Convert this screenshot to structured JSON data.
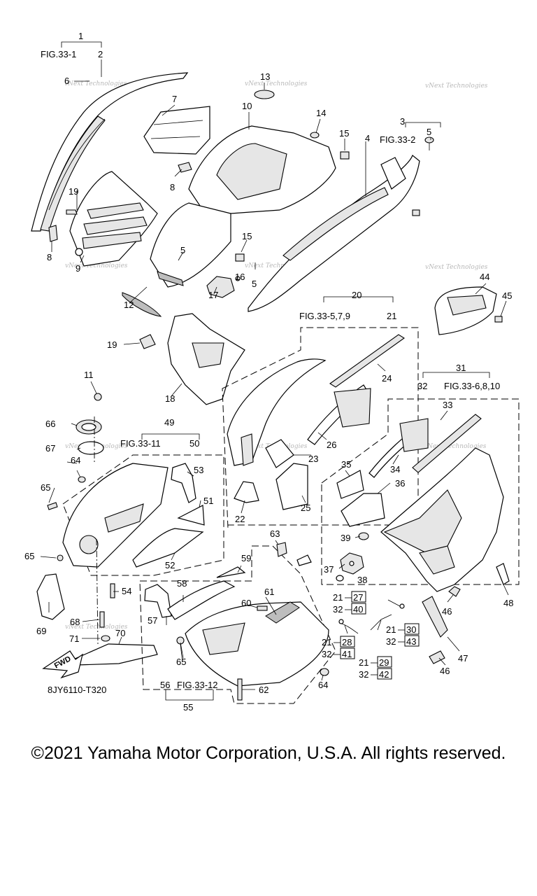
{
  "diagram": {
    "callouts": [
      "1",
      "2",
      "3",
      "4",
      "5",
      "5",
      "5",
      "6",
      "7",
      "8",
      "8",
      "9",
      "10",
      "11",
      "12",
      "13",
      "14",
      "15",
      "15",
      "16",
      "17",
      "18",
      "19",
      "19",
      "20",
      "21",
      "22",
      "23",
      "24",
      "25",
      "26",
      "31",
      "32",
      "33",
      "34",
      "35",
      "36",
      "37",
      "38",
      "39",
      "44",
      "45",
      "46",
      "46",
      "47",
      "48",
      "49",
      "50",
      "51",
      "52",
      "53",
      "54",
      "55",
      "56",
      "57",
      "58",
      "59",
      "60",
      "61",
      "62",
      "63",
      "64",
      "64",
      "65",
      "65",
      "65",
      "66",
      "67",
      "68",
      "69",
      "70",
      "71"
    ],
    "fig_refs": [
      "FIG.33-1",
      "FIG.33-2",
      "FIG.33-5,7,9",
      "FIG.33-6,8,10",
      "FIG.33-11",
      "FIG.33-12"
    ],
    "kit_refs": [
      {
        "a": "21",
        "b": "27",
        "c": "32",
        "d": "40"
      },
      {
        "a": "21",
        "b": "28",
        "c": "32",
        "d": "41"
      },
      {
        "a": "21",
        "b": "30",
        "c": "32",
        "d": "43"
      },
      {
        "a": "21",
        "b": "29",
        "c": "32",
        "d": "42"
      }
    ],
    "fwd_label": "FWD",
    "drawing_code": "8JY6110-T320",
    "watermark": "vNext Technologies"
  },
  "footer": {
    "copyright": "©2021 Yamaha Motor Corporation, U.S.A. All rights reserved."
  }
}
